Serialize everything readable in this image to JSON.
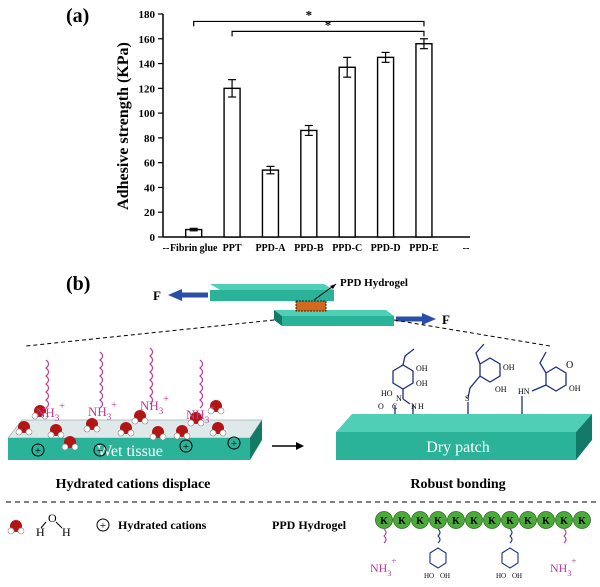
{
  "panel_a_label": "(a)",
  "panel_b_label": "(b)",
  "chart_data": {
    "type": "bar",
    "categories": [
      "Fibrin glue",
      "PPT",
      "PPD-A",
      "PPD-B",
      "PPD-C",
      "PPD-D",
      "PPD-E"
    ],
    "x_axis_end_labels": [
      "--",
      "--"
    ],
    "values": [
      6,
      120,
      54,
      86,
      137,
      145,
      156
    ],
    "errors": [
      1,
      7,
      3,
      4,
      8,
      4,
      4
    ],
    "xlabel": "",
    "ylabel": "Adhesive strength (KPa)",
    "ylim": [
      0,
      180
    ],
    "yticks": [
      0,
      20,
      40,
      60,
      80,
      100,
      120,
      140,
      160,
      180
    ],
    "grid": false,
    "significance": [
      {
        "from": "Fibrin glue",
        "to": "PPD-E",
        "label": "*"
      },
      {
        "from": "PPT",
        "to": "PPD-E",
        "label": "*"
      }
    ]
  },
  "schematic": {
    "force_left": "F",
    "force_right": "F",
    "hydrogel_label": "PPD Hydrogel",
    "ammonium": "NH",
    "ammonium_sub": "3",
    "ammonium_sup": "+",
    "oh": "OH",
    "ho": "HO",
    "o": "O",
    "c": "C",
    "n": "N",
    "h": "H",
    "s": "S",
    "hn": "HN",
    "wet_tissue": "Wet tissue",
    "dry_patch": "Dry patch",
    "caption_left": "Hydrated cations displace",
    "caption_right": "Robust bonding",
    "plus": "+",
    "k": "K"
  },
  "legend": {
    "water_label": "H–O–H",
    "hydrated_cations": "Hydrated cations",
    "ppd_hydrogel": "PPD Hydrogel"
  },
  "colors": {
    "teal": "#2bb39a",
    "teal_dark": "#137a68",
    "magenta": "#c0399a",
    "navy": "#1c2f86",
    "arrow_blue": "#2a4fa8",
    "bead_green": "#4caa3a",
    "water_red": "#b31515"
  }
}
